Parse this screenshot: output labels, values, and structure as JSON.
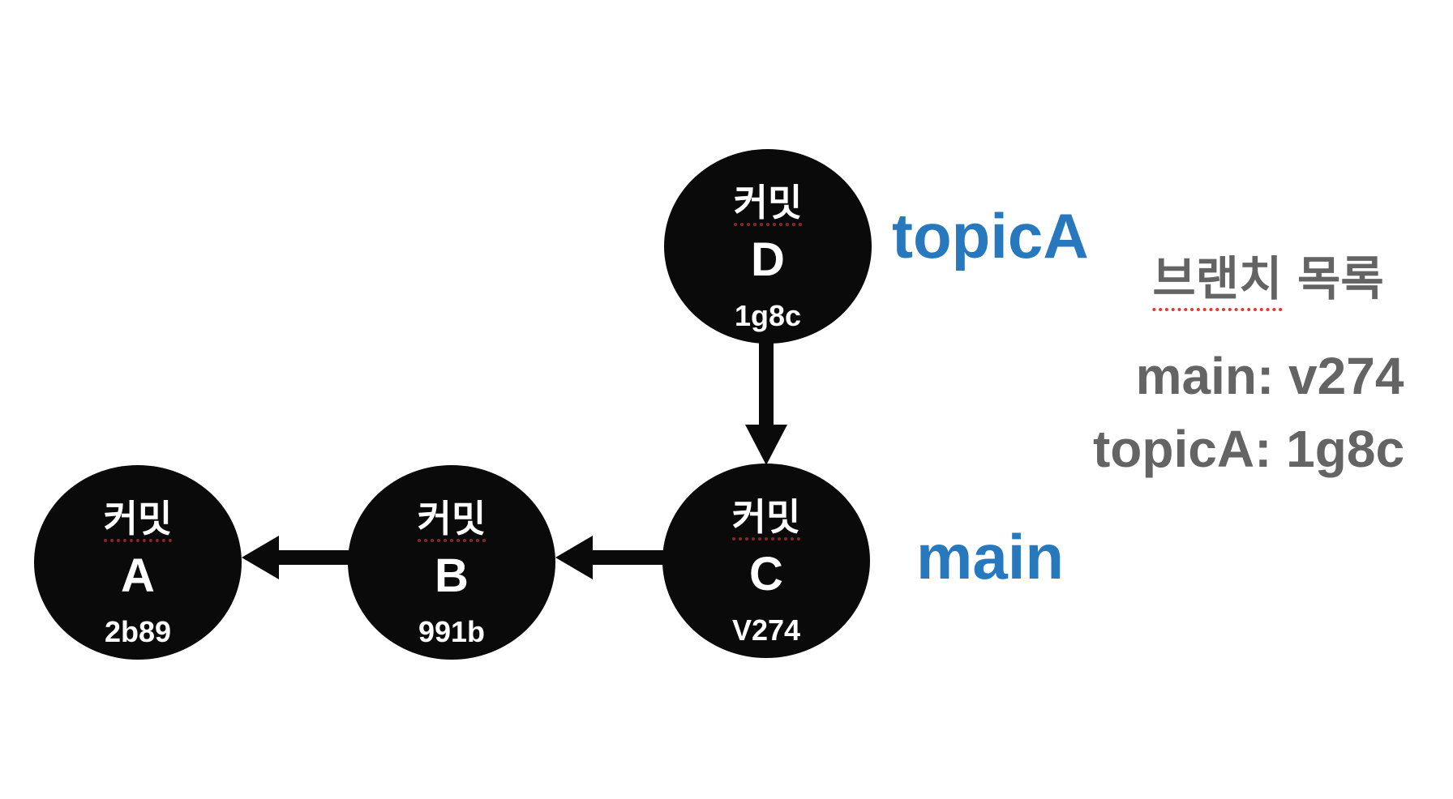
{
  "colors": {
    "background": "#ffffff",
    "node-bg": "#0a0a0a",
    "node-text": "#ffffff",
    "arrow": "#0a0a0a",
    "branch-label": "#2878be",
    "list-text": "#646464",
    "misspell-red": "#e0392e",
    "misspell-dark": "#8b2626"
  },
  "commits": [
    {
      "word": "커밋",
      "letter": "A",
      "hash": "2b89"
    },
    {
      "word": "커밋",
      "letter": "B",
      "hash": "991b"
    },
    {
      "word": "커밋",
      "letter": "C",
      "hash": "V274"
    },
    {
      "word": "커밋",
      "letter": "D",
      "hash": "1g8c"
    }
  ],
  "edges": [
    {
      "from": "B",
      "to": "A",
      "direction": "left"
    },
    {
      "from": "C",
      "to": "B",
      "direction": "left"
    },
    {
      "from": "D",
      "to": "C",
      "direction": "down"
    }
  ],
  "branch_labels": {
    "topicA": "topicA",
    "main": "main"
  },
  "branch_list": {
    "title_word1": "브랜치",
    "title_word2": "목록",
    "entries": [
      {
        "text": "main: v274"
      },
      {
        "text": "topicA: 1g8c"
      }
    ]
  }
}
